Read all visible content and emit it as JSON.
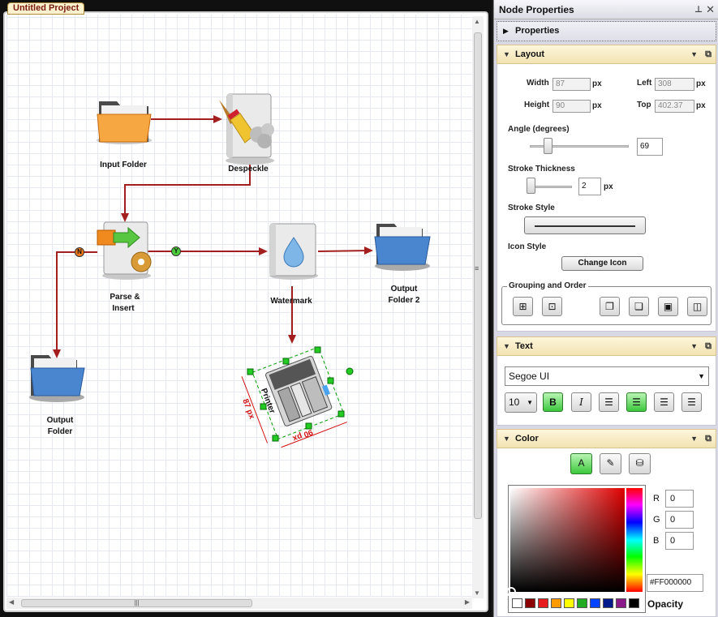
{
  "document": {
    "tab_title": "Untitled Project"
  },
  "diagram": {
    "nodes": {
      "input_folder": "Input Folder",
      "despeckle": "Despeckle",
      "parse_insert_line1": "Parse &",
      "parse_insert_line2": "Insert",
      "watermark": "Watermark",
      "output_folder2_line1": "Output",
      "output_folder2_line2": "Folder 2",
      "output_folder_line1": "Output",
      "output_folder_line2": "Folder",
      "printer": "Printer"
    },
    "badges": {
      "no": "N",
      "yes": "Y"
    },
    "selection": {
      "width_label": "87 px",
      "height_label": "90 px"
    }
  },
  "panel": {
    "title": "Node Properties",
    "properties_label": "Properties",
    "layout": {
      "title": "Layout",
      "width_label": "Width",
      "width_value": "87",
      "height_label": "Height",
      "height_value": "90",
      "left_label": "Left",
      "left_value": "308",
      "top_label": "Top",
      "top_value": "402.37",
      "unit": "px",
      "angle_label": "Angle (degrees)",
      "angle_value": "69",
      "stroke_thickness_label": "Stroke Thickness",
      "stroke_thickness_value": "2",
      "stroke_style_label": "Stroke Style",
      "icon_style_label": "Icon Style",
      "change_icon_label": "Change Icon",
      "grouping_label": "Grouping and Order"
    },
    "text": {
      "title": "Text",
      "font_name": "Segoe UI",
      "font_size": "10",
      "bold": "B",
      "italic": "I"
    },
    "color": {
      "title": "Color",
      "r_label": "R",
      "r_value": "0",
      "g_label": "G",
      "g_value": "0",
      "b_label": "B",
      "b_value": "0",
      "hex_value": "#FF000000",
      "opacity_label": "Opacity",
      "swatches": [
        "#ffffff",
        "#8b0000",
        "#e81c1c",
        "#ff9a00",
        "#ffff00",
        "#22aa22",
        "#0044ff",
        "#001a8c",
        "#8b1a8b",
        "#000000"
      ]
    }
  },
  "colors": {
    "connector": "#a31f1f",
    "selection": "#00b000",
    "dimension": "#d11111"
  }
}
